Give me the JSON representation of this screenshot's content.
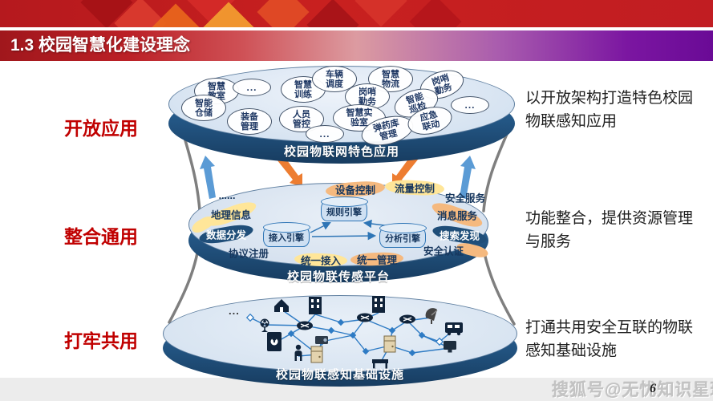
{
  "slide": {
    "title": "1.3 校园智慧化建设理念",
    "page_number": "6",
    "watermark": "搜狐号@无忧知识星球"
  },
  "left_labels": [
    {
      "text": "开放应用"
    },
    {
      "text": "整合通用"
    },
    {
      "text": "打牢共用"
    }
  ],
  "right_notes": [
    {
      "text": "以开放架构打造特色校园物联感知应用"
    },
    {
      "text": "功能整合，提供资源管理与服务"
    },
    {
      "text": "打通共用安全互联的物联感知基础设施"
    }
  ],
  "top_layer": {
    "band_label": "校园物联网特色应用",
    "bubbles": [
      {
        "text": "智慧教室"
      },
      {
        "text": "..."
      },
      {
        "text": "智慧训练"
      },
      {
        "text": "车辆调度"
      },
      {
        "text": "智慧物流"
      },
      {
        "text": "岗哨勤务"
      },
      {
        "text": "智能仓储"
      },
      {
        "text": "装备管理"
      },
      {
        "text": "人员管控"
      },
      {
        "text": "岗哨勤务"
      },
      {
        "text": "智能巡检"
      },
      {
        "text": "..."
      },
      {
        "text": "智慧实验室"
      },
      {
        "text": "弹药库管理"
      },
      {
        "text": "应急联动"
      },
      {
        "text": "..."
      }
    ]
  },
  "middle_layer": {
    "band_label": "校园物联传感平台",
    "rim_items": [
      {
        "text": "设备控制"
      },
      {
        "text": "流量控制"
      },
      {
        "text": "安全服务"
      },
      {
        "text": "......"
      },
      {
        "text": "地理信息"
      },
      {
        "text": "消息服务"
      },
      {
        "text": "数据分发"
      },
      {
        "text": "搜索发现"
      },
      {
        "text": "协议注册"
      },
      {
        "text": "安全认证"
      },
      {
        "text": "统一接入"
      },
      {
        "text": "统一管理"
      }
    ],
    "engines": [
      {
        "text": "规则引擎"
      },
      {
        "text": "接入引擎"
      },
      {
        "text": "分析引擎"
      }
    ]
  },
  "bottom_layer": {
    "band_label": "校园物联感知基础设施",
    "ellipsis": "..."
  },
  "colors": {
    "accent_red": "#c00000",
    "layer_rim_blue": "#1f4e79",
    "layer_face_blue": "#dce6f2",
    "arrow_blue": "#5b9bd5",
    "arrow_orange": "#ed7d31"
  }
}
